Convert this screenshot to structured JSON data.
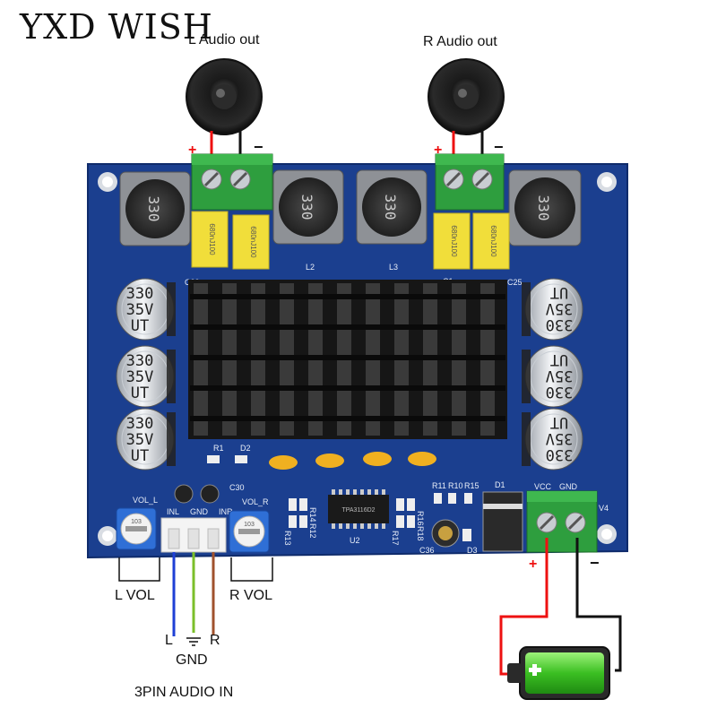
{
  "brand": "YXD WISH",
  "outputs": {
    "left_label": "L Audio out",
    "right_label": "R Audio out"
  },
  "polarity": {
    "plus": "+",
    "minus": "−"
  },
  "board": {
    "inductor_value": "330",
    "film_cap_value": "680nJ100",
    "electrolytic_lines": [
      "330",
      "35V",
      "UT"
    ],
    "chip_text": "TPA3116D2",
    "silk": {
      "vol_l": "VOL_L",
      "vol_r": "VOL_R",
      "inl": "INL",
      "gnd": "GND",
      "inr": "INR",
      "vcc": "VCC",
      "gnd_power": "GND",
      "v4": "V4",
      "c30": "C30",
      "c36": "C36",
      "d1": "D1",
      "d2": "D2",
      "d3": "D3",
      "r1": "R1",
      "u2": "U2",
      "l2": "L2",
      "l3": "L3",
      "c23": "C23",
      "c25": "C25",
      "c1": "C1",
      "r11": "R11",
      "r10": "R10",
      "r15": "R15",
      "r14": "R14",
      "r12": "R12",
      "r13": "R13",
      "r16": "R16",
      "r18": "R18",
      "r17": "R17",
      "pot_code": "103"
    }
  },
  "inputs": {
    "l_vol": "L VOL",
    "r_vol": "R VOL",
    "l": "L",
    "r": "R",
    "gnd": "GND",
    "title": "3PIN AUDIO IN"
  },
  "colors": {
    "pcb": "#1b3f8f",
    "pcb_edge": "#0f2b6b",
    "terminal": "#2e9e3e",
    "film_cap": "#f1de3a",
    "wire_red": "#e11",
    "wire_black": "#111",
    "wire_blue": "#1e3fd6",
    "wire_green": "#7bbf2a",
    "wire_brown": "#a0522d",
    "battery": "#4ccf2e"
  }
}
